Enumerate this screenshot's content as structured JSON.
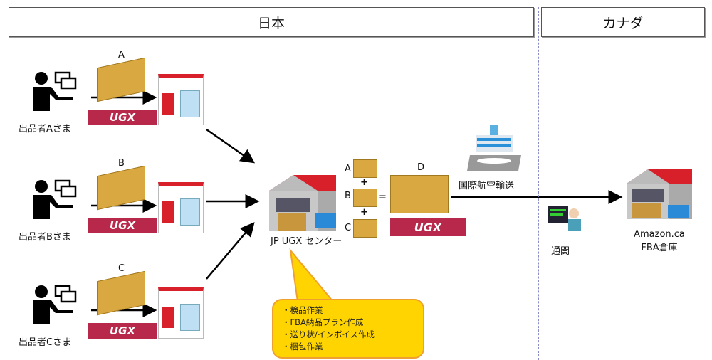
{
  "regions": {
    "japan": "日本",
    "canada": "カナダ"
  },
  "sellers": [
    {
      "label": "出品者Aさま",
      "parcel": "A"
    },
    {
      "label": "出品者Bさま",
      "parcel": "B"
    },
    {
      "label": "出品者Cさま",
      "parcel": "C"
    }
  ],
  "logo_text": "UGX",
  "center": {
    "label": "JP UGX センター",
    "parcels": [
      "A",
      "B",
      "C"
    ],
    "plus": "+",
    "equals": "=",
    "combined": "D"
  },
  "callout": {
    "items": [
      "・検品作業",
      "・FBA納品プラン作成",
      "・送り状/インボイス作成",
      "・梱包作業"
    ]
  },
  "air": {
    "label": "国際航空輸送"
  },
  "customs": {
    "label": "通関"
  },
  "destination": {
    "line1": "Amazon.ca",
    "line2": "FBA倉庫"
  },
  "colors": {
    "box": "#d9a840",
    "roof": "#d8202a",
    "logo": "#b8284a",
    "callout": "#ffd400"
  }
}
